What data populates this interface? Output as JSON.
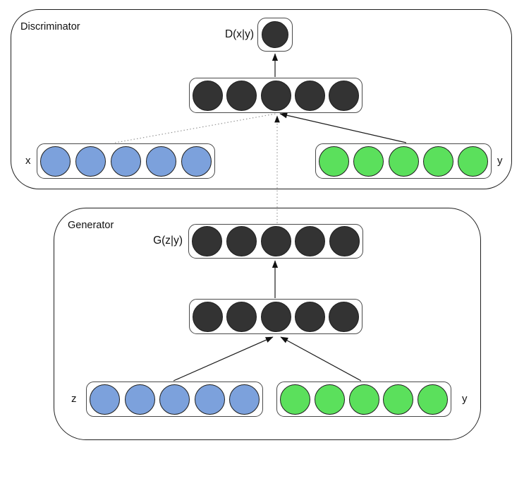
{
  "diagram": {
    "discriminator": {
      "label": "Discriminator",
      "output_label": "D(x|y)",
      "input_left_label": "x",
      "input_right_label": "y"
    },
    "generator": {
      "label": "Generator",
      "output_label": "G(z|y)",
      "input_left_label": "z",
      "input_right_label": "y"
    }
  },
  "colors": {
    "dark": "#333333",
    "blue": "#7CA1DC",
    "green": "#5BE05C",
    "solid_edge": "#1a1a1a",
    "dotted_edge": "#8f8f8f"
  },
  "network": {
    "layers": [
      {
        "id": "disc-output",
        "role": "discriminator-output-node",
        "nodes": 1,
        "color": "dark"
      },
      {
        "id": "disc-hidden",
        "role": "discriminator-hidden-layer",
        "nodes": 5,
        "color": "dark"
      },
      {
        "id": "disc-x",
        "role": "discriminator-input-x",
        "nodes": 5,
        "color": "blue"
      },
      {
        "id": "disc-y",
        "role": "discriminator-input-y",
        "nodes": 5,
        "color": "green"
      },
      {
        "id": "gen-output",
        "role": "generator-output-layer",
        "nodes": 5,
        "color": "dark"
      },
      {
        "id": "gen-hidden",
        "role": "generator-hidden-layer",
        "nodes": 5,
        "color": "dark"
      },
      {
        "id": "gen-z",
        "role": "generator-input-z",
        "nodes": 5,
        "color": "blue"
      },
      {
        "id": "gen-y",
        "role": "generator-input-y",
        "nodes": 5,
        "color": "green"
      }
    ],
    "edges": [
      {
        "from": "disc-hidden",
        "to": "disc-output",
        "style": "solid",
        "arrow": true
      },
      {
        "from": "disc-x",
        "to": "disc-hidden",
        "style": "dotted",
        "arrow": false
      },
      {
        "from": "disc-y",
        "to": "disc-hidden",
        "style": "solid",
        "arrow": true
      },
      {
        "from": "gen-output",
        "to": "disc-hidden",
        "style": "dotted",
        "arrow": true
      },
      {
        "from": "gen-hidden",
        "to": "gen-output",
        "style": "solid",
        "arrow": true
      },
      {
        "from": "gen-z",
        "to": "gen-hidden",
        "style": "solid",
        "arrow": true
      },
      {
        "from": "gen-y",
        "to": "gen-hidden",
        "style": "solid",
        "arrow": true
      }
    ]
  }
}
